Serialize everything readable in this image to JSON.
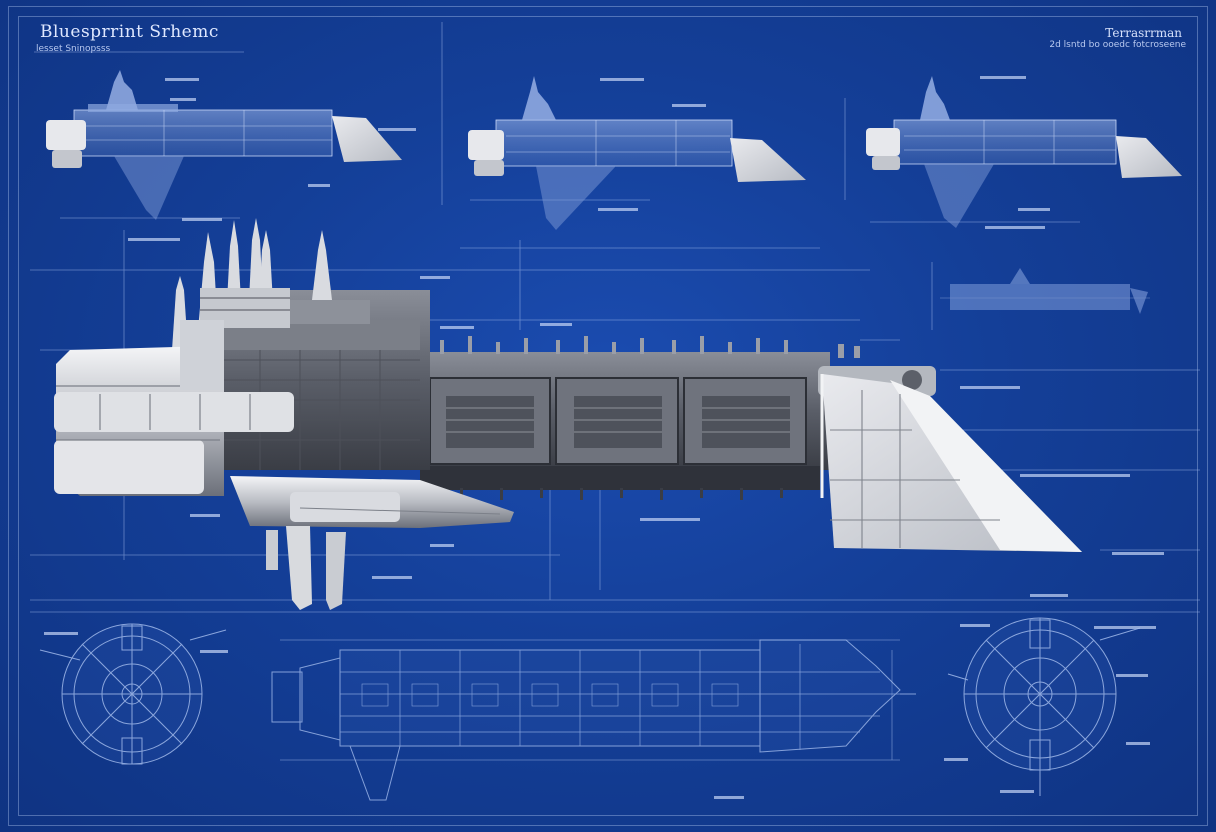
{
  "header": {
    "title": "Bluesprrint Srhemc",
    "subtitle": "lesset Sninopsss",
    "top_right_title": "Terrasrrman",
    "top_right_subtitle": "2d lsntd bo ooedc fotcroseene"
  },
  "colors": {
    "blueprint_bg": "#143f98",
    "line": "#b9cdf5",
    "hull_light": "#e8e9ec",
    "hull_mid": "#9ea3ad",
    "hull_dark": "#4b4f58"
  },
  "figures": [
    "ship-side-view-small-1",
    "ship-side-view-small-2",
    "ship-side-view-small-3",
    "ship-silhouette-faint",
    "ship-main-render",
    "ship-schematic-bottom",
    "circular-section-left",
    "circular-section-right"
  ]
}
